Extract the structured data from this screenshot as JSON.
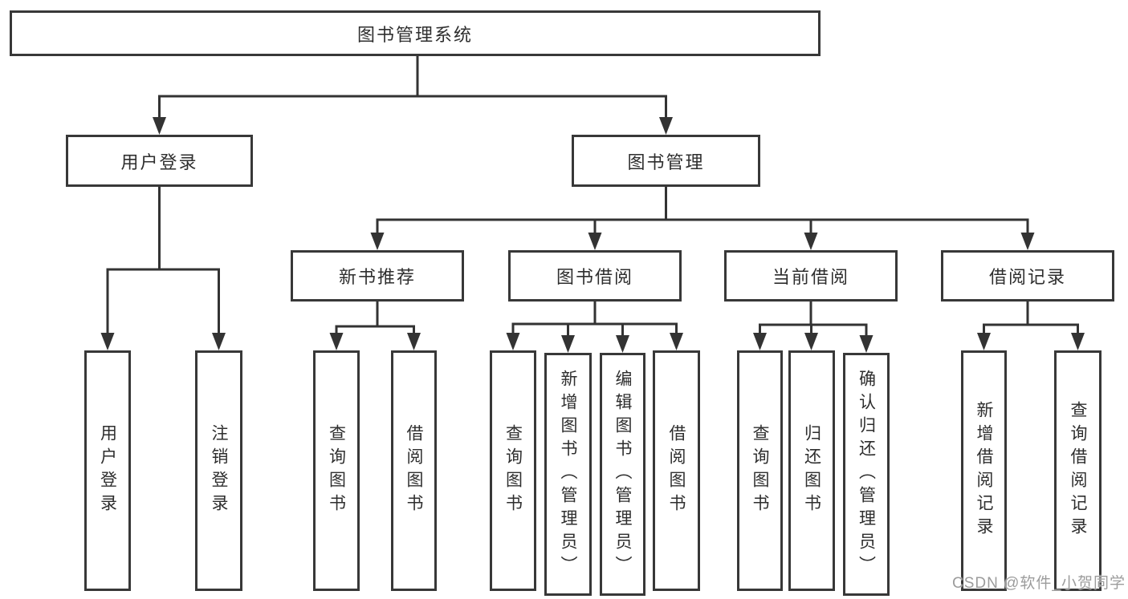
{
  "diagram_title": "图书管理系统",
  "nodes": {
    "root": {
      "label": "图书管理系统"
    },
    "level2": [
      {
        "label": "用户登录"
      },
      {
        "label": "图书管理"
      }
    ],
    "level3": [
      {
        "label": "新书推荐",
        "parent": "图书管理"
      },
      {
        "label": "图书借阅",
        "parent": "图书管理"
      },
      {
        "label": "当前借阅",
        "parent": "图书管理"
      },
      {
        "label": "借阅记录",
        "parent": "图书管理"
      }
    ],
    "leaves": [
      {
        "label": "用户登录",
        "parent": "用户登录"
      },
      {
        "label": "注销登录",
        "parent": "用户登录"
      },
      {
        "label": "查询图书",
        "parent": "新书推荐"
      },
      {
        "label": "借阅图书",
        "parent": "新书推荐"
      },
      {
        "label": "查询图书",
        "parent": "图书借阅"
      },
      {
        "label": "新增图书（管理员）",
        "parent": "图书借阅"
      },
      {
        "label": "编辑图书（管理员）",
        "parent": "图书借阅"
      },
      {
        "label": "借阅图书",
        "parent": "图书借阅"
      },
      {
        "label": "查询图书",
        "parent": "当前借阅"
      },
      {
        "label": "归还图书",
        "parent": "当前借阅"
      },
      {
        "label": "确认归还（管理员）",
        "parent": "当前借阅"
      },
      {
        "label": "新增借阅记录",
        "parent": "借阅记录"
      },
      {
        "label": "查询借阅记录",
        "parent": "借阅记录"
      }
    ]
  },
  "watermark": {
    "text": "CSDN @软件_小贺同学",
    "color": "#9c9c9c"
  },
  "colors": {
    "line": "#333333",
    "border": "#383838",
    "background": "#ffffff"
  }
}
